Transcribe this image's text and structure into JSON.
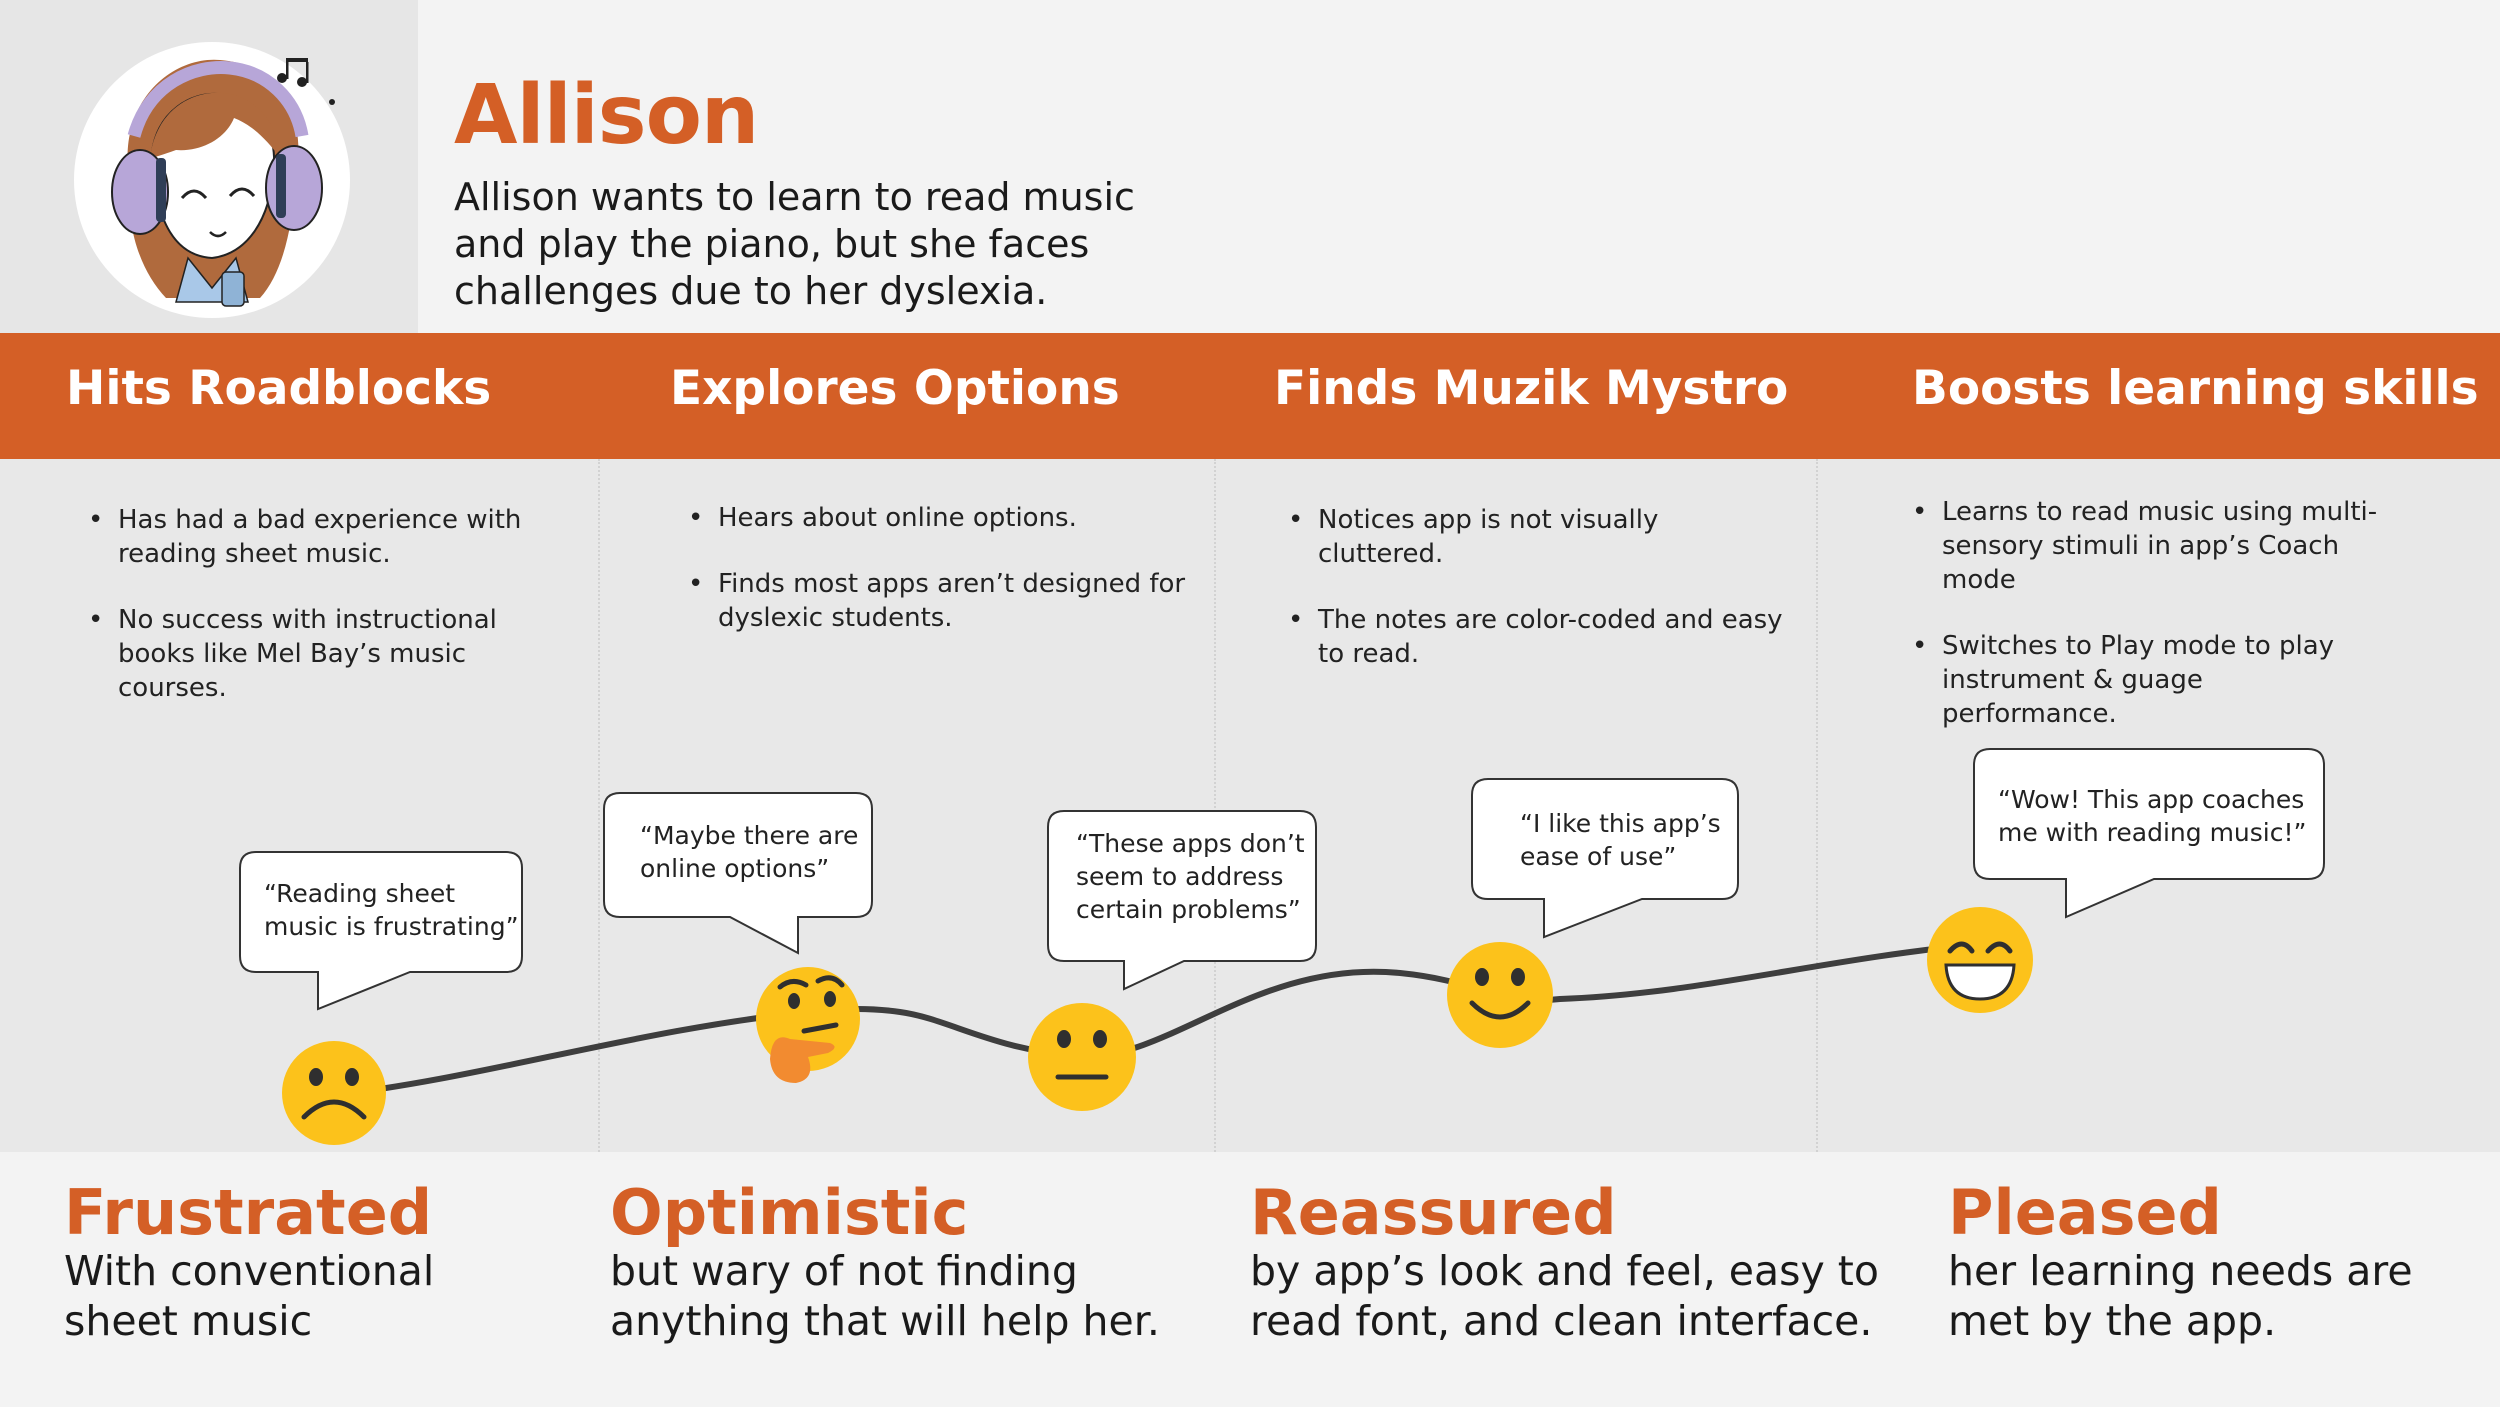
{
  "persona": {
    "name": "Allison",
    "description": "Allison wants to learn to read music and play the piano, but she faces challenges due to her dyslexia."
  },
  "stages": [
    {
      "title": "Hits Roadblocks",
      "bullets": [
        "Has had a bad experience with reading sheet music.",
        "No success with instructional books like Mel Bay’s music courses."
      ]
    },
    {
      "title": "Explores Options",
      "bullets": [
        "Hears about online options.",
        "Finds most apps aren’t designed for dyslexic students."
      ]
    },
    {
      "title": "Finds Muzik Mystro",
      "bullets": [
        "Notices app is not visually cluttered.",
        "The notes are color-coded and easy to read."
      ]
    },
    {
      "title": "Boosts learning skills",
      "bullets": [
        "Learns to read music using multi-sensory stimuli in app’s Coach mode",
        "Switches to Play mode to play instrument & guage performance."
      ]
    }
  ],
  "quotes": [
    {
      "lines": [
        "“Reading sheet",
        "music is frustrating”"
      ],
      "face": "sad-face-icon"
    },
    {
      "lines": [
        "“Maybe there are",
        "online options”"
      ],
      "face": "thinking-face-icon"
    },
    {
      "lines": [
        "“These apps don’t",
        "seem to address",
        "certain problems”"
      ],
      "face": "neutral-face-icon"
    },
    {
      "lines": [
        "“I like this app’s",
        "ease of use”"
      ],
      "face": "smiling-face-icon"
    },
    {
      "lines": [
        "“Wow! This app coaches",
        "me with reading music!”"
      ],
      "face": "grinning-face-icon"
    }
  ],
  "emotions": [
    {
      "label": "Frustrated",
      "description": "With conventional sheet music"
    },
    {
      "label": "Optimistic",
      "description": "but wary of not finding anything that will help her."
    },
    {
      "label": "Reassured",
      "description": "by app’s look and feel, easy to read font, and clean interface."
    },
    {
      "label": "Pleased",
      "description": "her learning needs are met by the app."
    }
  ],
  "colors": {
    "accent": "#d45f26",
    "emoji": "#fcc21b",
    "line": "#3e3e3e"
  }
}
